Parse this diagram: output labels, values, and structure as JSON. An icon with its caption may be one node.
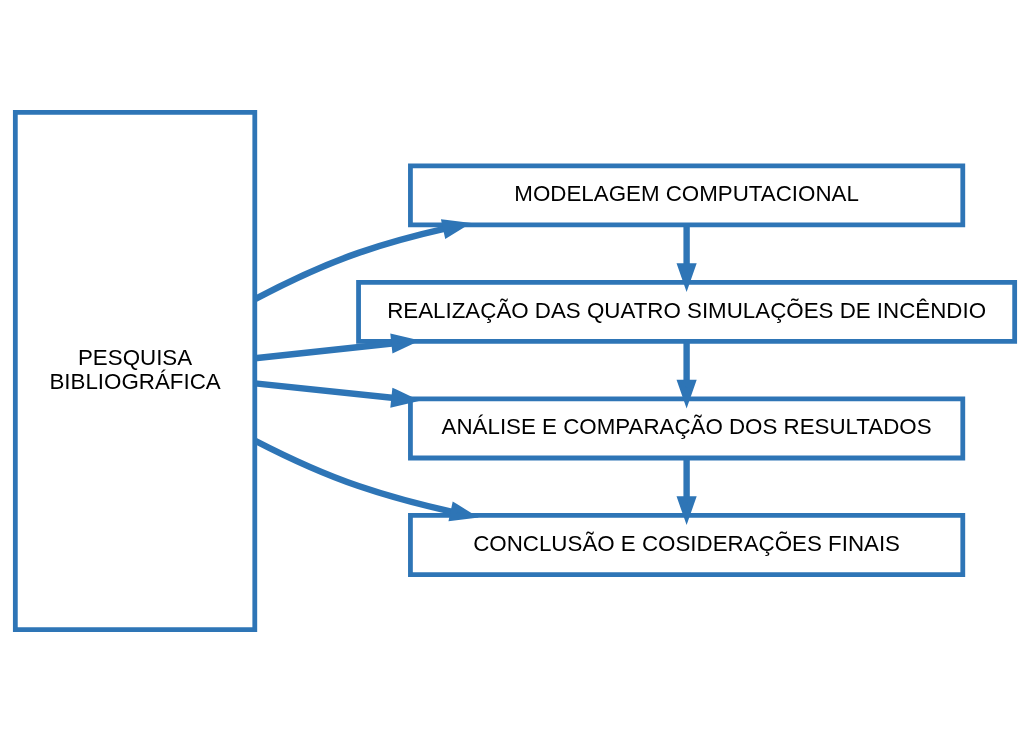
{
  "diagram": {
    "nodes": [
      {
        "text": [
          "PESQUISA BIBLIOGRÁFICA"
        ]
      },
      {
        "text": [
          "MODELAGEM COMPUTACIONAL"
        ]
      },
      {
        "text": [
          "REALIZAÇÃO DAS QUATRO SIMULAÇÕES DE INCÊNDIO"
        ]
      },
      {
        "text": [
          "ANÁLISE E COMPARAÇÃO DOS RESULTADOS"
        ]
      },
      {
        "text": [
          "CONCLUSÃO E COSIDERAÇÕES FINAIS"
        ]
      }
    ],
    "edges": [
      {
        "from": 0,
        "to": 1,
        "arrow": "to"
      },
      {
        "from": 0,
        "to": 2,
        "arrow": "to"
      },
      {
        "from": 0,
        "to": 3,
        "arrow": "to"
      },
      {
        "from": 0,
        "to": 4,
        "arrow": "to"
      },
      {
        "from": 1,
        "to": 2,
        "arrow": "to"
      },
      {
        "from": 2,
        "to": 3,
        "arrow": "to"
      },
      {
        "from": 3,
        "to": 4,
        "arrow": "to"
      }
    ]
  }
}
